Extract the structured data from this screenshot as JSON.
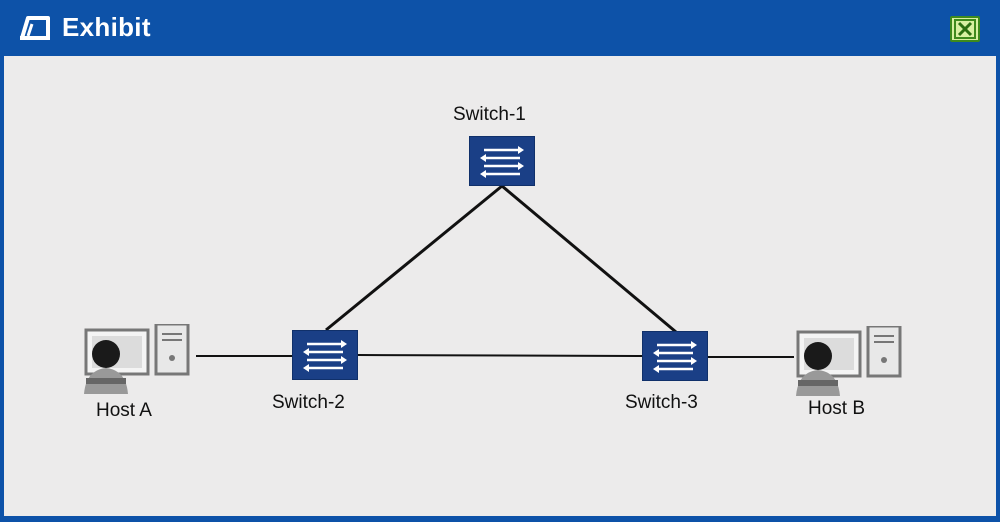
{
  "window": {
    "title": "Exhibit",
    "title_icon": "exhibit-icon",
    "close_icon": "close-icon"
  },
  "colors": {
    "titlebar": "#0d52a8",
    "canvas": "#ecebeb",
    "switch": "#1a3f86",
    "link": "#111111"
  },
  "topology": {
    "switches": [
      {
        "id": "sw1",
        "label": "Switch-1",
        "icon": "switch-icon"
      },
      {
        "id": "sw2",
        "label": "Switch-2",
        "icon": "switch-icon"
      },
      {
        "id": "sw3",
        "label": "Switch-3",
        "icon": "switch-icon"
      }
    ],
    "hosts": [
      {
        "id": "hostA",
        "label": "Host A",
        "icon": "host-pc-icon"
      },
      {
        "id": "hostB",
        "label": "Host B",
        "icon": "host-pc-icon"
      }
    ],
    "links": [
      {
        "from": "hostA",
        "to": "sw2"
      },
      {
        "from": "sw2",
        "to": "sw1"
      },
      {
        "from": "sw1",
        "to": "sw3"
      },
      {
        "from": "sw2",
        "to": "sw3"
      },
      {
        "from": "sw3",
        "to": "hostB"
      }
    ]
  }
}
